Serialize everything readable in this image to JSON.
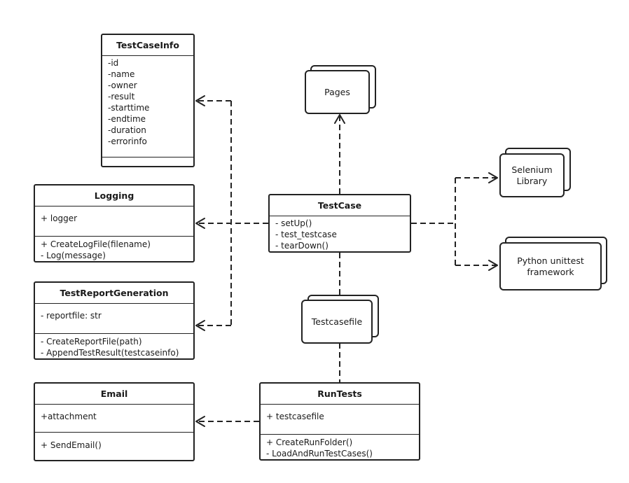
{
  "classes": {
    "testcaseinfo": {
      "name": "TestCaseInfo",
      "attributes": [
        "-id",
        "-name",
        "-owner",
        "-result",
        "-starttime",
        "-endtime",
        "-duration",
        "-errorinfo"
      ],
      "methods": []
    },
    "logging": {
      "name": "Logging",
      "attributes": [
        "+ logger"
      ],
      "methods": [
        "+ CreateLogFile(filename)",
        "- Log(message)"
      ]
    },
    "testreportgeneration": {
      "name": "TestReportGeneration",
      "attributes": [
        "- reportfile: str"
      ],
      "methods": [
        "- CreateReportFile(path)",
        "- AppendTestResult(testcaseinfo)"
      ]
    },
    "email": {
      "name": "Email",
      "attributes": [
        "+attachment"
      ],
      "methods": [
        "+ SendEmail()"
      ]
    },
    "testcase": {
      "name": "TestCase",
      "attributes": [],
      "methods": [
        "- setUp()",
        "- test_testcase",
        "- tearDown()"
      ]
    },
    "runtests": {
      "name": "RunTests",
      "attributes": [
        "+ testcasefile"
      ],
      "methods": [
        "+ CreateRunFolder()",
        "- LoadAndRunTestCases()"
      ]
    }
  },
  "nodes": {
    "pages": "Pages",
    "selenium": "Selenium\nLibrary",
    "unittest": "Python unittest\nframework",
    "testcasefile": "Testcasefile"
  }
}
